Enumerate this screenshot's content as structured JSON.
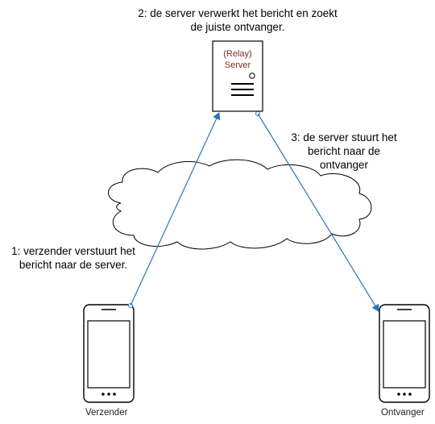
{
  "steps": {
    "step2": {
      "line1": "2: de server verwerkt het bericht en zoekt",
      "line2": "de juiste ontvanger."
    },
    "step3": {
      "line1": "3: de server stuurt het",
      "line2": "bericht naar de",
      "line3": "ontvanger"
    },
    "step1": {
      "line1": "1: verzender verstuurt het",
      "line2": "bericht naar de server."
    }
  },
  "server": {
    "line1": "(Relay)",
    "line2": "Server"
  },
  "devices": {
    "sender": "Verzender",
    "receiver": "Ontvanger"
  },
  "colors": {
    "arrow": "#2e75b6",
    "outline": "#000000",
    "server_text": "#7a2e1a"
  }
}
